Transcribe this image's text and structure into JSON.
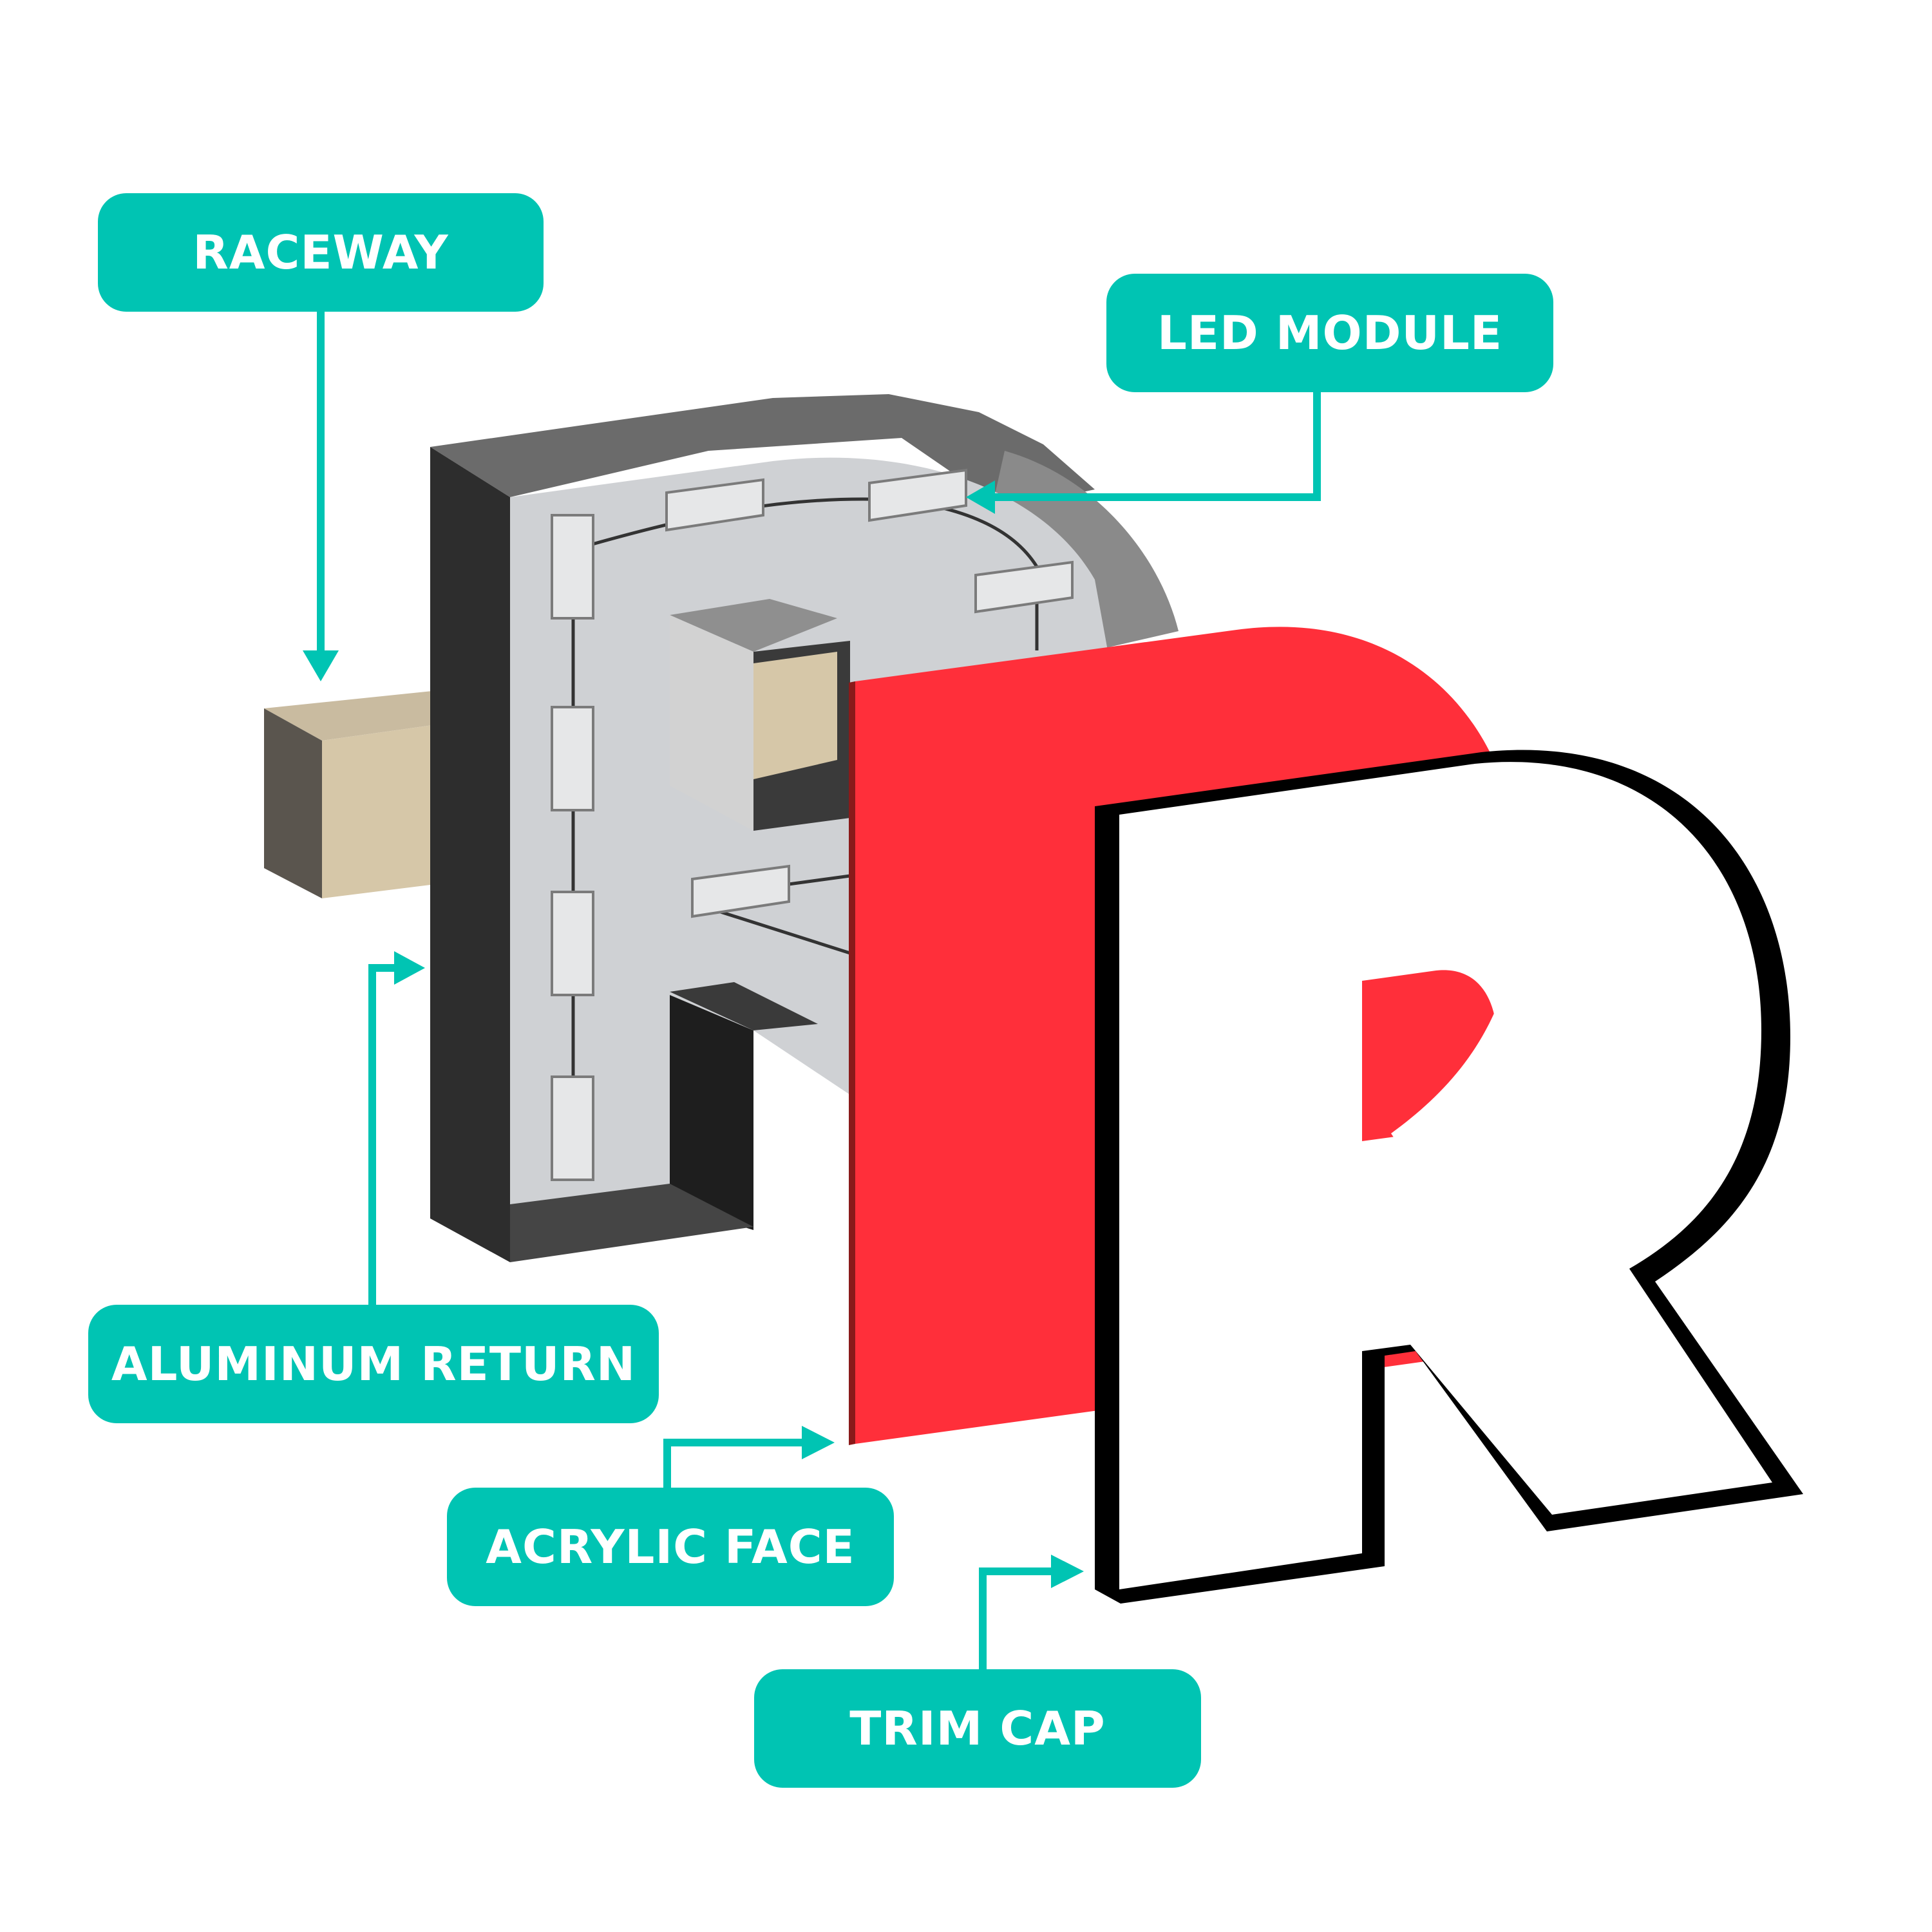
{
  "colors": {
    "accent": "#00C4B3",
    "return_dark": "#2b2b2b",
    "return_top": "#6a6a6a",
    "interior": "#cfd1d4",
    "led": "#e6e7e8",
    "raceway": "#d6c7a8",
    "raceway_end": "#5a554e",
    "face": "#ff2f3a",
    "trim_stroke": "#000000"
  },
  "labels": {
    "raceway": "RACEWAY",
    "led_module": "LED MODULE",
    "aluminum_return": "ALUMINUM RETURN",
    "acrylic_face": "ACRYLIC FACE",
    "trim_cap": "TRIM CAP"
  },
  "icons": [
    "arrow-icon"
  ]
}
